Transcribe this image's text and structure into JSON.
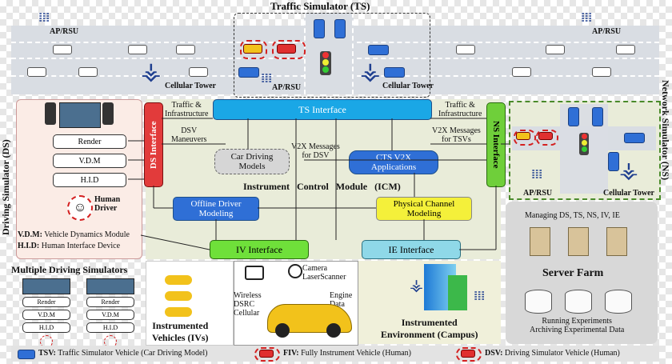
{
  "traffic_sim": {
    "title": "Traffic Simulator (TS)",
    "ap_rsu": "AP/RSU",
    "cellular_tower": "Cellular Tower"
  },
  "driving_sim": {
    "side_label": "Driving Simulator (DS)",
    "render": "Render",
    "vdm": "V.D.M",
    "hid": "H.I.D",
    "human_driver": "Human\nDriver",
    "vdm_def_key": "V.D.M:",
    "vdm_def": "Vehicle Dynamics Module",
    "hid_def_key": "H.I.D:",
    "hid_def": "Human Interface Device"
  },
  "multiple_ds": {
    "title": "Multiple Driving Simulators",
    "render": "Render",
    "vdm": "V.D.M",
    "hid": "H.I.D"
  },
  "network_sim": {
    "side_label": "Network Simulator (NS)",
    "ap_rsu": "AP/RSU",
    "cellular_tower": "Cellular Tower"
  },
  "icm": {
    "ts_interface": "TS Interface",
    "ds_interface": "DS Interface",
    "ns_interface": "NS Interface",
    "iv_interface": "IV Interface",
    "ie_interface": "IE Interface",
    "module_title": "Instrument   Control   Module   (ICM)",
    "car_driving_models": "Car Driving\nModels",
    "cts_v2x": "CTS V2X\nApplications",
    "offline_driver": "Offline Driver\nModeling",
    "physical_channel": "Physical Channel\nModeling",
    "traffic_infra_left": "Traffic &\nInfrastructure",
    "traffic_infra_right": "Traffic &\nInfrastructure",
    "dsv_maneuvers": "DSV\nManeuvers",
    "v2x_for_dsv": "V2X Messages\nfor DSV",
    "v2x_for_tsvs": "V2X Messages\nfor TSVs"
  },
  "instrumented": {
    "ivs_title": "Instrumented\nVehicles (IVs)",
    "wireless": "Wireless\nDSRC\nCellular",
    "camera": "Camera\nLaserScanner",
    "engine": "Engine\nData",
    "env_title": "Instrumented\nEnvironment (Campus)"
  },
  "server_farm": {
    "managing": "Managing DS, TS, NS, IV, IE",
    "title": "Server Farm",
    "running": "Running Experiments\nArchiving Experimental Data"
  },
  "legend": {
    "tsv_key": "TSV:",
    "tsv": "Traffic Simulator Vehicle (Car Driving Model)",
    "fiv_key": "FIV:",
    "fiv": "Fully Instrument Vehicle (Human)",
    "dsv_key": "DSV:",
    "dsv": "Driving Simulator Vehicle (Human)"
  },
  "colors": {
    "ts_interface": "#1aa7e6",
    "ds_interface": "#e23b3b",
    "ns_interface": "#6fcf3a",
    "iv_interface": "#6fe03a",
    "ie_interface": "#8fd8e8",
    "offline_driver": "#2f6fd6",
    "cts_v2x": "#2f6fd6",
    "physical_channel": "#f4f03a",
    "icm_bg": "#e9ecd9"
  }
}
